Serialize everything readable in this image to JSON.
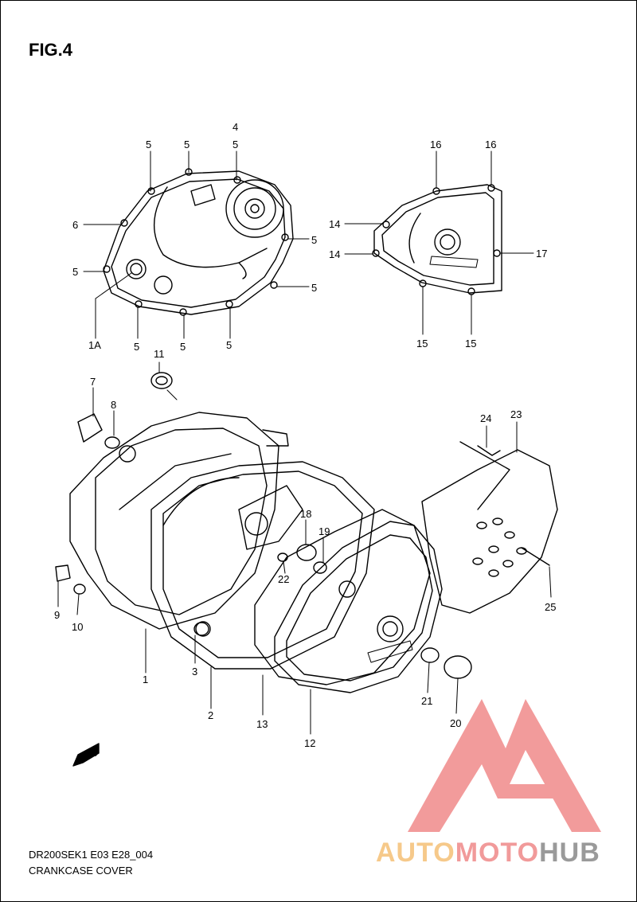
{
  "figure": {
    "title": "FIG.4",
    "code": "DR200SEK1 E03 E28_004",
    "name": "CRANKCASE COVER",
    "fwd_label": "FWD"
  },
  "watermark": {
    "part1": "AUTO",
    "part2": "MOTO",
    "part3": "HUB",
    "colors": {
      "auto": "#f6c98a",
      "moto": "#f19a9a",
      "hub": "#9a9a9a",
      "logo": "#f08a8a"
    }
  },
  "callouts": [
    {
      "id": "c-5a",
      "text": "5"
    },
    {
      "id": "c-5b",
      "text": "5"
    },
    {
      "id": "c-4",
      "text": "4"
    },
    {
      "id": "c-5c",
      "text": "5"
    },
    {
      "id": "c-6",
      "text": "6"
    },
    {
      "id": "c-5d",
      "text": "5"
    },
    {
      "id": "c-5e",
      "text": "5"
    },
    {
      "id": "c-5f",
      "text": "5"
    },
    {
      "id": "c-1a",
      "text": "1A"
    },
    {
      "id": "c-5g",
      "text": "5"
    },
    {
      "id": "c-5h",
      "text": "5"
    },
    {
      "id": "c-5i",
      "text": "5"
    },
    {
      "id": "c-16a",
      "text": "16"
    },
    {
      "id": "c-16b",
      "text": "16"
    },
    {
      "id": "c-14a",
      "text": "14"
    },
    {
      "id": "c-14b",
      "text": "14"
    },
    {
      "id": "c-17",
      "text": "17"
    },
    {
      "id": "c-15a",
      "text": "15"
    },
    {
      "id": "c-15b",
      "text": "15"
    },
    {
      "id": "c-11",
      "text": "11"
    },
    {
      "id": "c-7",
      "text": "7"
    },
    {
      "id": "c-8",
      "text": "8"
    },
    {
      "id": "c-24",
      "text": "24"
    },
    {
      "id": "c-23",
      "text": "23"
    },
    {
      "id": "c-18",
      "text": "18"
    },
    {
      "id": "c-19",
      "text": "19"
    },
    {
      "id": "c-22",
      "text": "22"
    },
    {
      "id": "c-9",
      "text": "9"
    },
    {
      "id": "c-10",
      "text": "10"
    },
    {
      "id": "c-25",
      "text": "25"
    },
    {
      "id": "c-1",
      "text": "1"
    },
    {
      "id": "c-3",
      "text": "3"
    },
    {
      "id": "c-2",
      "text": "2"
    },
    {
      "id": "c-13",
      "text": "13"
    },
    {
      "id": "c-12",
      "text": "12"
    },
    {
      "id": "c-21",
      "text": "21"
    },
    {
      "id": "c-20",
      "text": "20"
    }
  ]
}
